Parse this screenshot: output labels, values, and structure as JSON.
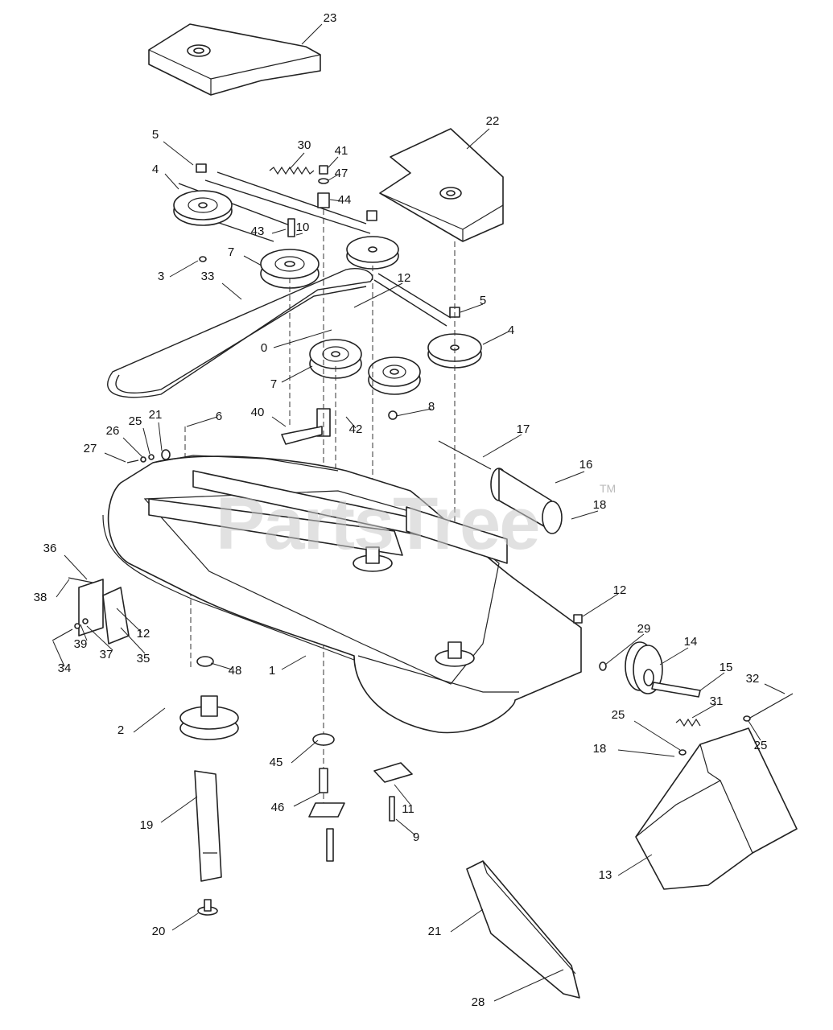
{
  "watermark": {
    "text": "PartsTree",
    "trademark": "TM"
  },
  "callouts": [
    {
      "id": "c23",
      "label": "23"
    },
    {
      "id": "c22",
      "label": "22"
    },
    {
      "id": "c5a",
      "label": "5"
    },
    {
      "id": "c30",
      "label": "30"
    },
    {
      "id": "c41",
      "label": "41"
    },
    {
      "id": "c47",
      "label": "47"
    },
    {
      "id": "c4a",
      "label": "4"
    },
    {
      "id": "c44",
      "label": "44"
    },
    {
      "id": "c43",
      "label": "43"
    },
    {
      "id": "c10",
      "label": "10"
    },
    {
      "id": "c7a",
      "label": "7"
    },
    {
      "id": "c3",
      "label": "3"
    },
    {
      "id": "c33",
      "label": "33"
    },
    {
      "id": "c12a",
      "label": "12"
    },
    {
      "id": "c5b",
      "label": "5"
    },
    {
      "id": "c0",
      "label": "0"
    },
    {
      "id": "c4b",
      "label": "4"
    },
    {
      "id": "c7b",
      "label": "7"
    },
    {
      "id": "c40",
      "label": "40"
    },
    {
      "id": "c42",
      "label": "42"
    },
    {
      "id": "c8",
      "label": "8"
    },
    {
      "id": "c6",
      "label": "6"
    },
    {
      "id": "c21a",
      "label": "21"
    },
    {
      "id": "c25a",
      "label": "25"
    },
    {
      "id": "c26",
      "label": "26"
    },
    {
      "id": "c27",
      "label": "27"
    },
    {
      "id": "c17",
      "label": "17"
    },
    {
      "id": "c16",
      "label": "16"
    },
    {
      "id": "c18a",
      "label": "18"
    },
    {
      "id": "c36",
      "label": "36"
    },
    {
      "id": "c38",
      "label": "38"
    },
    {
      "id": "c12b",
      "label": "12"
    },
    {
      "id": "c39",
      "label": "39"
    },
    {
      "id": "c37",
      "label": "37"
    },
    {
      "id": "c35",
      "label": "35"
    },
    {
      "id": "c34",
      "label": "34"
    },
    {
      "id": "c12c",
      "label": "12"
    },
    {
      "id": "c29",
      "label": "29"
    },
    {
      "id": "c14",
      "label": "14"
    },
    {
      "id": "c15",
      "label": "15"
    },
    {
      "id": "c1",
      "label": "1"
    },
    {
      "id": "c48",
      "label": "48"
    },
    {
      "id": "c32",
      "label": "32"
    },
    {
      "id": "c31",
      "label": "31"
    },
    {
      "id": "c2",
      "label": "2"
    },
    {
      "id": "c25b",
      "label": "25"
    },
    {
      "id": "c25c",
      "label": "25"
    },
    {
      "id": "c18b",
      "label": "18"
    },
    {
      "id": "c45",
      "label": "45"
    },
    {
      "id": "c46",
      "label": "46"
    },
    {
      "id": "c11",
      "label": "11"
    },
    {
      "id": "c19",
      "label": "19"
    },
    {
      "id": "c9",
      "label": "9"
    },
    {
      "id": "c13",
      "label": "13"
    },
    {
      "id": "c21b",
      "label": "21"
    },
    {
      "id": "c20",
      "label": "20"
    },
    {
      "id": "c28",
      "label": "28"
    }
  ]
}
